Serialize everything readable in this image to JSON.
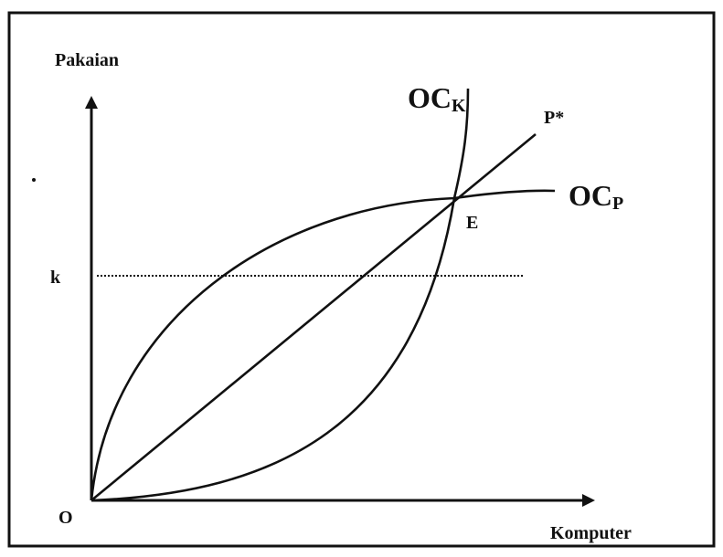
{
  "diagram": {
    "y_axis_label": "Pakaian",
    "x_axis_label": "Komputer",
    "origin_label": "O",
    "k_label": "k",
    "curve_ock": {
      "main": "OC",
      "sub": "K"
    },
    "curve_ocp": {
      "main": "OC",
      "sub": "P"
    },
    "ray_label": "P*",
    "equilibrium_label": "E"
  },
  "colors": {
    "ink": "#111111",
    "background": "#ffffff"
  }
}
